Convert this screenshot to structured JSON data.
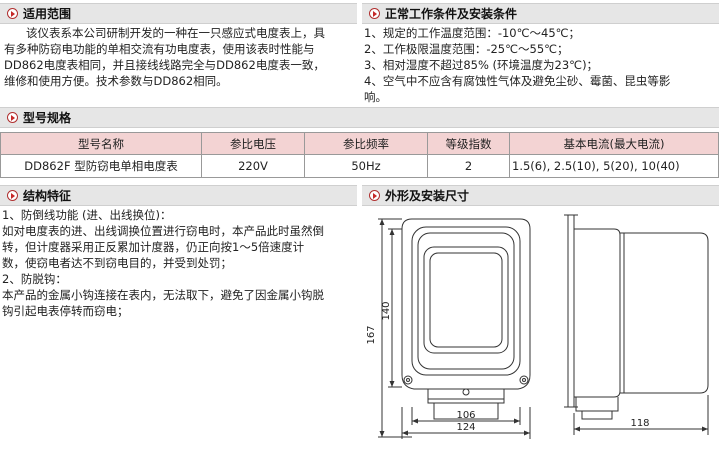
{
  "scope": {
    "title": "适用范围",
    "lines": [
      "该仪表系本公司研制开发的一种在一只感应式电度表上，具",
      "有多种防窃电功能的单相交流有功电度表，使用该表时性能与",
      "DD862电度表相同，并且接线线路完全与DD862电度表一致，",
      "维修和使用方便。技术参数与DD862相同。"
    ]
  },
  "conditions": {
    "title": "正常工作条件及安装条件",
    "lines": [
      "1、规定的工作温度范围：-10℃～45℃；",
      "2、工作极限温度范围：-25℃～55℃；",
      "3、相对湿度不超过85% (环境温度为23℃)；",
      "4、空气中不应含有腐蚀性气体及避免尘砂、霉菌、昆虫等影",
      "响。"
    ]
  },
  "model": {
    "title": "型号规格",
    "headers": [
      "型号名称",
      "参比电压",
      "参比频率",
      "等级指数",
      "基本电流(最大电流)"
    ],
    "rows": [
      [
        "DD862F 型防窃电单相电度表",
        "220V",
        "50Hz",
        "2",
        "1.5(6), 2.5(10), 5(20), 10(40)"
      ]
    ]
  },
  "structure": {
    "title": "结构特征",
    "lines": [
      "1、防倒线功能 (进、出线换位)：",
      "如对电度表的进、出线调换位置进行窃电时，本产品此时虽然倒",
      "转，但计度器采用正反累加计度器，仍正向按1～5倍速度计",
      "数，使窃电者达不到窃电目的，并受到处罚；",
      "2、防脱钩：",
      "本产品的金属小钩连接在表内，无法取下，避免了因金属小钩脱",
      "钩引起电表停转而窃电；"
    ]
  },
  "dimensions": {
    "title": "外形及安装尺寸",
    "labels": {
      "height_outer": "167",
      "height_inner": "140",
      "width_inner": "106",
      "width_outer": "124",
      "depth": "118"
    }
  }
}
